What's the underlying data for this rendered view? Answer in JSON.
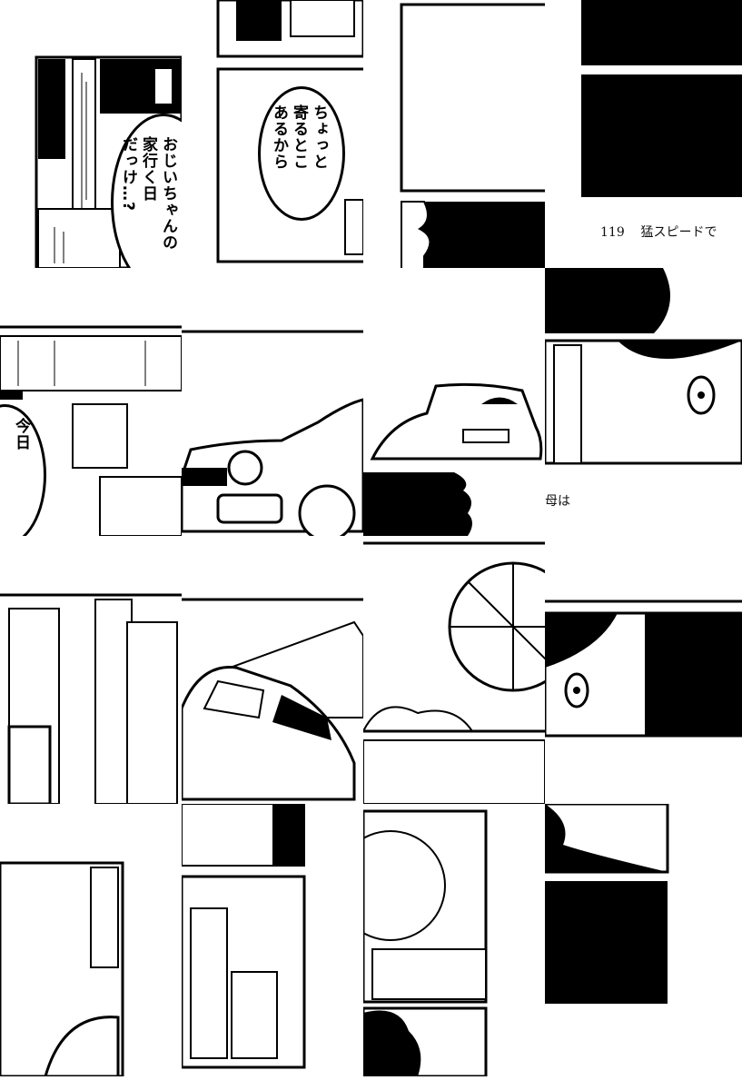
{
  "speech_bubbles": {
    "grandpa_line1": "おじいちゃんの",
    "grandpa_line2": "家行く日",
    "grandpa_line3": "だっけ…?",
    "errand_line1": "ちょっと",
    "errand_line2": "寄るとこ",
    "errand_line3": "あるから",
    "today_line1": "今日"
  },
  "page_footer": {
    "page_number": "119",
    "running_title": "猛スピードで"
  },
  "caption_fragment": "母は",
  "colors": {
    "ink": "#000000",
    "paper": "#ffffff"
  }
}
